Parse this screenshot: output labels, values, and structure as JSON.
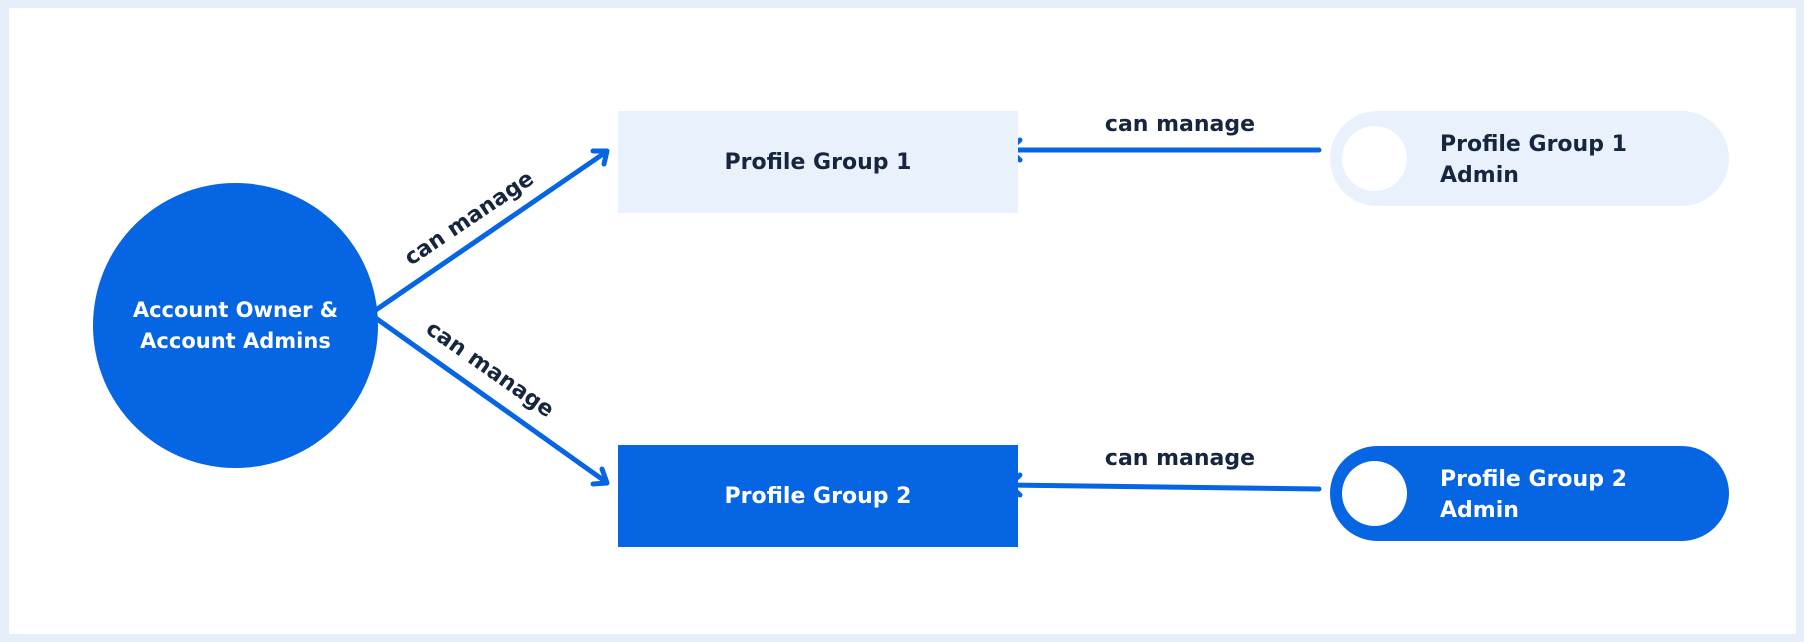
{
  "nodes": {
    "owner": "Account Owner &\nAccount Admins",
    "group1": "Profile Group 1",
    "group2": "Profile Group 2",
    "admin1": "Profile Group 1\nAdmin",
    "admin2": "Profile Group 2\nAdmin"
  },
  "edges": {
    "owner_to_group1": "can manage",
    "owner_to_group2": "can manage",
    "admin1_to_group1": "can manage",
    "admin2_to_group2": "can manage"
  },
  "colors": {
    "primary_blue": "#0565e3",
    "light_blue": "#e9f1fd",
    "text_dark": "#16263e",
    "page_border": "#e6eefa"
  }
}
